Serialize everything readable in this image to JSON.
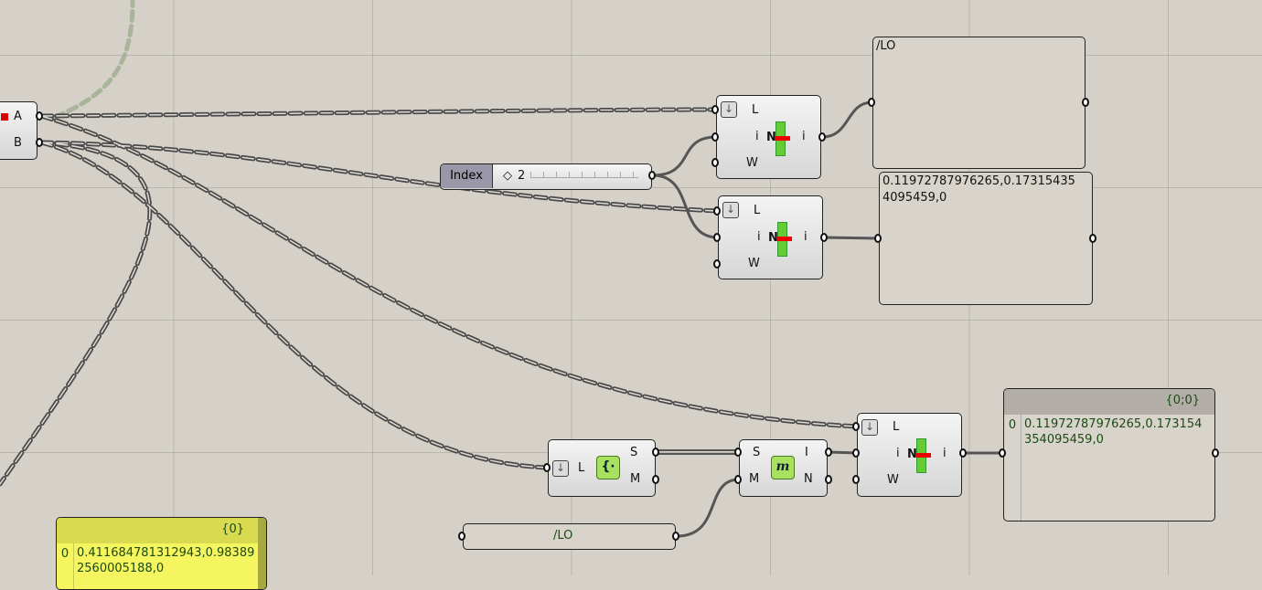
{
  "left_component": {
    "outputs": [
      "A",
      "B"
    ]
  },
  "item_1": {
    "inputs": [
      "L",
      "i",
      "W"
    ],
    "output": "i",
    "icon_label": "N"
  },
  "item_2": {
    "inputs": [
      "L",
      "i",
      "W"
    ],
    "output": "i",
    "icon_label": "N"
  },
  "item_3": {
    "inputs": [
      "L",
      "i",
      "W"
    ],
    "output": "i",
    "icon_label": "N"
  },
  "panel_1": {
    "text": "/LO"
  },
  "panel_2": {
    "text": "0.11972787976265,0.173154354095459,0"
  },
  "slider": {
    "label": "Index",
    "value": "2"
  },
  "tree_component": {
    "input": "L",
    "outputs": [
      "S",
      "M"
    ],
    "icon": "{·"
  },
  "member_component": {
    "inputs": [
      "S",
      "M"
    ],
    "outputs": [
      "I",
      "N"
    ],
    "icon": "m"
  },
  "panel_3": {
    "header": "{0;0}",
    "index": "0",
    "text": "0.11972787976265,0.173154354095459,0"
  },
  "panel_lo": {
    "text": "/LO"
  },
  "panel_yellow": {
    "header": "{0}",
    "index": "0",
    "text": "0.411684781312943,0.983892560005188,0"
  }
}
